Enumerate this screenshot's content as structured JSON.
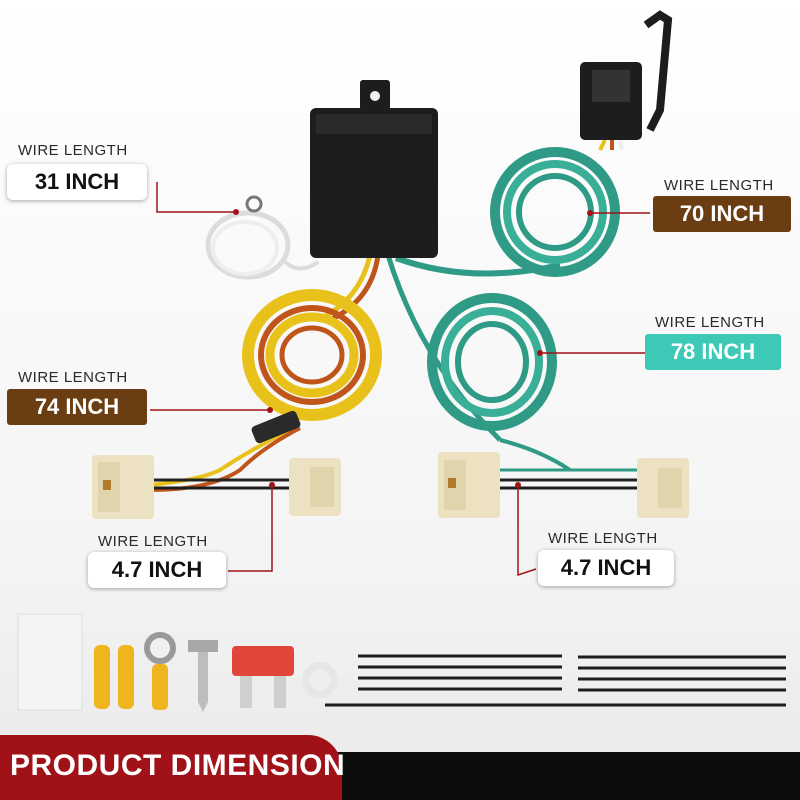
{
  "labels": {
    "wire_31": {
      "caption": "WIRE LENGTH",
      "value": "31 INCH"
    },
    "wire_70": {
      "caption": "WIRE LENGTH",
      "value": "70 INCH"
    },
    "wire_78": {
      "caption": "WIRE LENGTH",
      "value": "78 INCH"
    },
    "wire_74": {
      "caption": "WIRE LENGTH",
      "value": "74 INCH"
    },
    "wire_4_7_left": {
      "caption": "WIRE LENGTH",
      "value": "4.7 INCH"
    },
    "wire_4_7_right": {
      "caption": "WIRE LENGTH",
      "value": "4.7 INCH"
    }
  },
  "footer": {
    "title": "PRODUCT DIMENSION"
  },
  "colors": {
    "brown_box": "#6b3d12",
    "teal_box": "#3dc9b6",
    "leader_red": "#a01218",
    "footer_red": "#a01218",
    "footer_black": "#0d0d0d",
    "wire_teal": "#2f9a86",
    "wire_yellow": "#e8c21a",
    "module_black": "#1d1d1d"
  }
}
